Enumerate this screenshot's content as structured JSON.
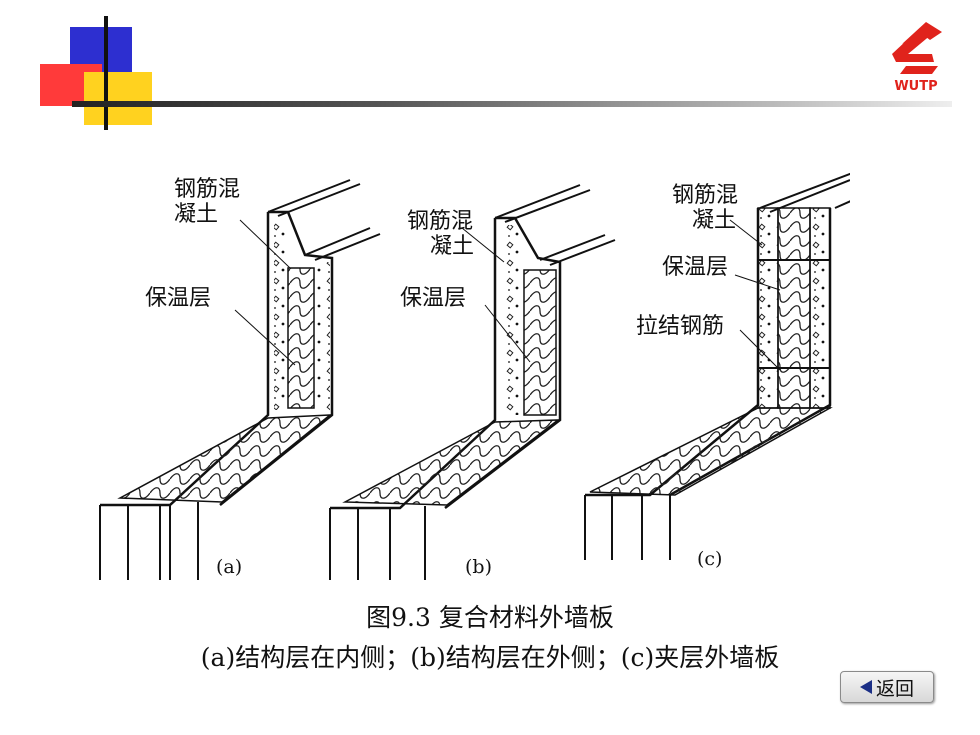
{
  "logo": {
    "text": "WUTP",
    "color": "#e0231c"
  },
  "decoration": {
    "blue": "#2d2fd0",
    "red": "#ff3a3a",
    "yellow": "#ffd21f"
  },
  "panels": [
    {
      "id": "a",
      "caption": "(a)",
      "labels": [
        "钢筋混",
        "凝土",
        "保温层"
      ]
    },
    {
      "id": "b",
      "caption": "(b)",
      "labels": [
        "钢筋混",
        "凝土",
        "保温层"
      ]
    },
    {
      "id": "c",
      "caption": "(c)",
      "labels": [
        "钢筋混",
        "凝土",
        "保温层",
        "拉结钢筋"
      ]
    }
  ],
  "caption": {
    "title": "图9.3 复合材料外墙板",
    "subtitle": "(a)结构层在内侧；(b)结构层在外侧；(c)夹层外墙板"
  },
  "back_button": {
    "label": "返回",
    "icon": "left-triangle-icon"
  }
}
